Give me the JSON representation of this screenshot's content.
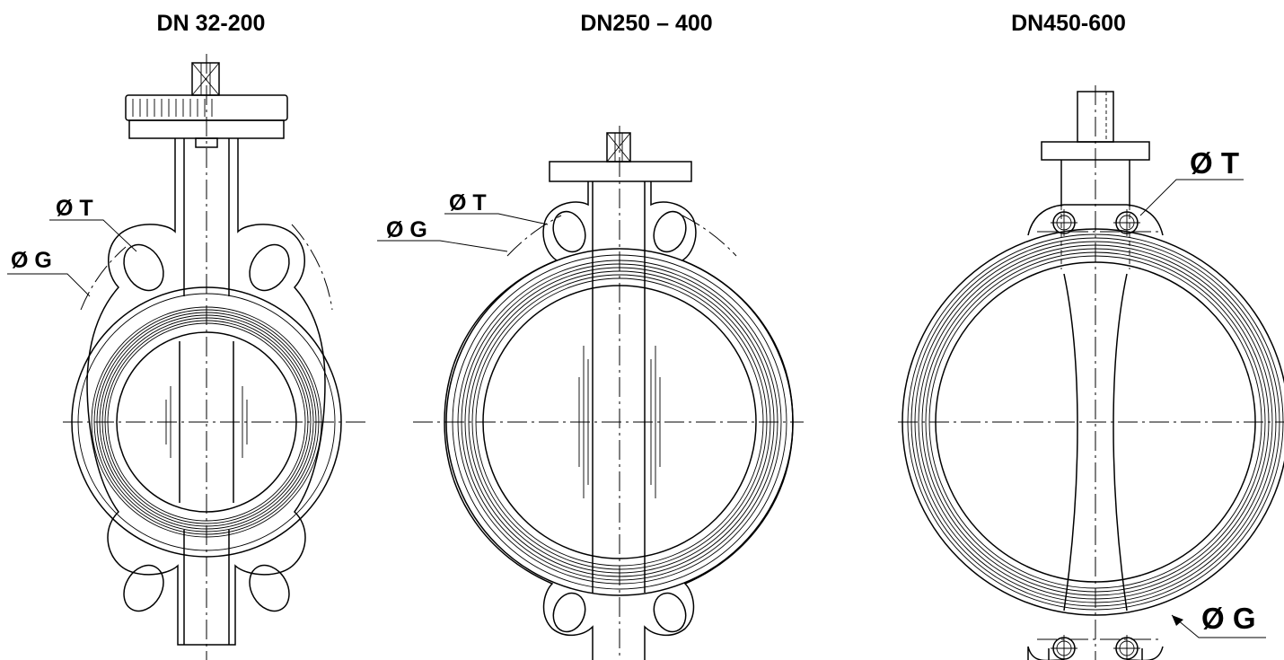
{
  "panels": [
    {
      "title": "DN 32-200",
      "label_bolt_hole": "Ø T",
      "label_bolt_circle": "Ø G"
    },
    {
      "title": "DN250 – 400",
      "label_bolt_hole": "Ø T",
      "label_bolt_circle": "Ø G"
    },
    {
      "title": "DN450-600",
      "label_bolt_hole": "Ø T",
      "label_bolt_circle": "Ø G"
    }
  ]
}
